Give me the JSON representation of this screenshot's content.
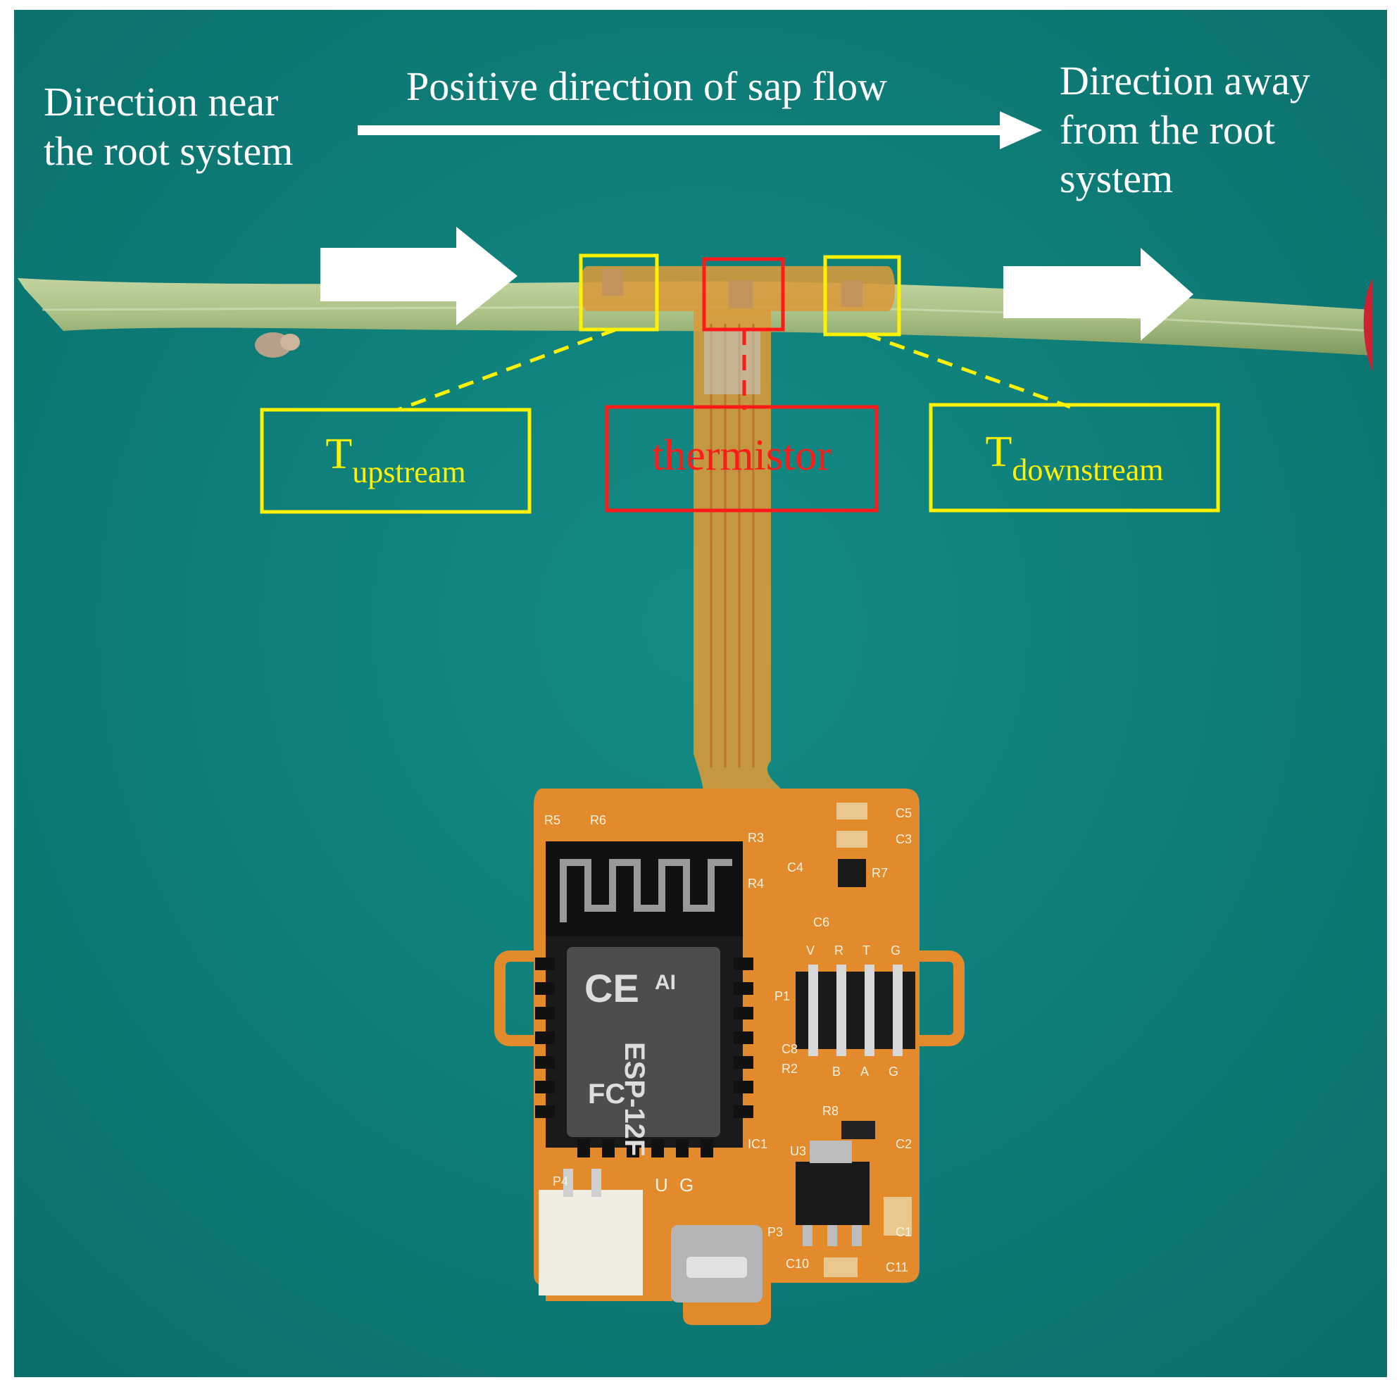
{
  "labels": {
    "near_root": [
      "Direction near",
      "the root system"
    ],
    "flow": "Positive direction of sap flow",
    "away_root": [
      "Direction away",
      "from the root",
      "system"
    ]
  },
  "boxes": {
    "upstream": {
      "main": "T",
      "sub": "upstream"
    },
    "thermistor": "thermistor",
    "downstream": {
      "main": "T",
      "sub": "downstream"
    }
  },
  "pcb": {
    "module_brand": "AI",
    "module_name": "ESP-12F",
    "module_marks": [
      "CE",
      "FC"
    ],
    "silkscreen": [
      "R5",
      "R6",
      "R3",
      "R4",
      "C5",
      "C3",
      "C4",
      "C6",
      "R7",
      "P1",
      "C8",
      "R2",
      "R8",
      "U3",
      "C2",
      "C1",
      "C10",
      "C11",
      "IC1",
      "P3",
      "P4",
      "V",
      "R",
      "T",
      "G",
      "B",
      "A",
      "G",
      "U",
      "G"
    ]
  },
  "colors": {
    "background": "#0f7f7a",
    "stem": "#a8c084",
    "pcb": "#e38a2c",
    "flex": "#d89a3a",
    "highlight_yellow": "#fff200",
    "highlight_red": "#ff1a1a",
    "arrow": "#ffffff"
  }
}
